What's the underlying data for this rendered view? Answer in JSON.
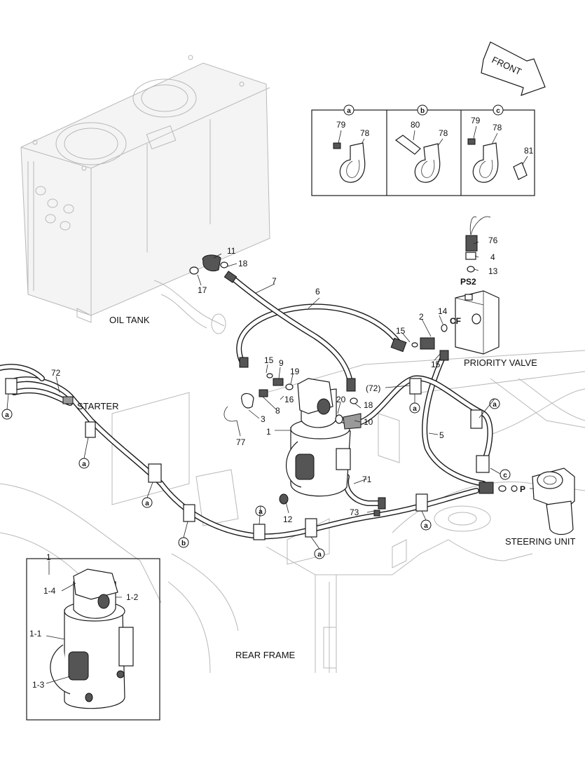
{
  "labels": {
    "front": "FRONT",
    "oil_tank": "OIL TANK",
    "starter": "STARTER",
    "priority_valve": "PRIORITY VALVE",
    "steering_unit": "STEERING UNIT",
    "rear_frame": "REAR FRAME"
  },
  "ports": {
    "ps2": "PS2",
    "cf": "CF",
    "p": "P"
  },
  "detail_panels": [
    {
      "letter": "a",
      "parts": [
        "79",
        "78"
      ]
    },
    {
      "letter": "b",
      "parts": [
        "80",
        "78"
      ]
    },
    {
      "letter": "c",
      "parts": [
        "79",
        "78",
        "81"
      ]
    }
  ],
  "callouts": {
    "p1": "1",
    "p2": "2",
    "p3": "3",
    "p4": "4",
    "p5": "5",
    "p6": "6",
    "p7": "7",
    "p8": "8",
    "p9": "9",
    "p10": "10",
    "p11": "11",
    "p12": "12",
    "p13": "13",
    "p14": "14",
    "p15a": "15",
    "p15b": "15",
    "p15c": "15",
    "p16": "16",
    "p17": "17",
    "p18a": "18",
    "p18b": "18",
    "p19": "19",
    "p20": "20",
    "p71": "71",
    "p72": "72",
    "p72b": "(72)",
    "p73": "73",
    "p76": "76",
    "p77": "77"
  },
  "clamp_markers": [
    "a",
    "a",
    "a",
    "a",
    "a",
    "a",
    "a",
    "a",
    "b",
    "c"
  ],
  "inset": {
    "title": "1",
    "parts": {
      "p1_1": "1-1",
      "p1_2": "1-2",
      "p1_3": "1-3",
      "p1_4": "1-4"
    }
  }
}
